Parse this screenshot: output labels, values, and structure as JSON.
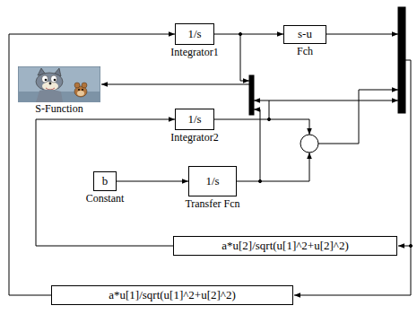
{
  "diagram": {
    "nodes": [
      {
        "text": [
          "1/s",
          "Integrator1"
        ]
      },
      {
        "text": [
          "s-u",
          "Fch"
        ]
      },
      {
        "text": [
          "S-Function"
        ]
      },
      {
        "text": [
          "1/s",
          "Integrator2"
        ]
      },
      {
        "text": [
          "b",
          "Constant"
        ]
      },
      {
        "text": [
          "1/s",
          "Transfer Fcn"
        ]
      },
      {
        "text": [
          "a*u[2]/sqrt(u[1]^2+u[2]^2)"
        ]
      },
      {
        "text": [
          "a*u[1]/sqrt(u[1]^2+u[2]^2)"
        ]
      }
    ],
    "edges": [
      {
        "from": 0,
        "to": 1,
        "arrow": "to"
      },
      {
        "from": 4,
        "to": 5,
        "arrow": "to"
      },
      {
        "from": 6,
        "to": 3,
        "arrow": "to"
      },
      {
        "from": 7,
        "to": 0,
        "arrow": "to"
      }
    ]
  }
}
